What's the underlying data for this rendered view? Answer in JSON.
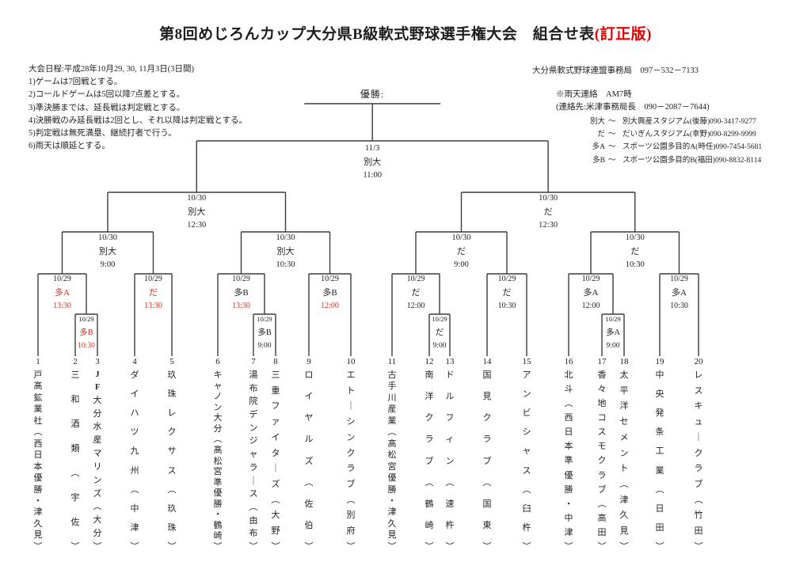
{
  "title": {
    "main": "第8回めじろんカップ大分県B級軟式野球選手権大会　組合せ表",
    "suffix": "(訂正版)"
  },
  "colors": {
    "accent_red": "#e60000",
    "mark_red": "#cf2e1f",
    "line": "#3b3b3b",
    "text": "#1e1e1e"
  },
  "rules": {
    "heading": "大会日程:平成28年10月29, 30, 11月3日(3日間)",
    "items": [
      "1)ゲームは7回戦とする。",
      "2)コールドゲームは5回以降7点差とする。",
      "3)準決勝までは、延長戦は判定戦とする。",
      "4)決勝戦のみ延長戦は2回とし、それ以降は判定戦とする。",
      "5)判定戦は無死満塁、継続打者で行う。",
      "6)雨天は順延とする。"
    ]
  },
  "contacts": {
    "office": "大分県軟式野球連盟事務局　097－532－7133",
    "rain_note": "※雨天連絡　AM7時",
    "contact_line": "(連絡先:米津事務局長　090－2087－7644)",
    "tilde": "～",
    "venues": [
      {
        "abbr": "別大",
        "desc": "別大興産スタジアム(後藤)090-3417-9277"
      },
      {
        "abbr": "だ",
        "desc": "だいぎんスタジアム(幸野)090-8299-9999"
      },
      {
        "abbr": "多A",
        "desc": "スポーツ公園多目的A(時任)090-7454-5681"
      },
      {
        "abbr": "多B",
        "desc": "スポーツ公園多目的B(福田)090-8832-8114"
      }
    ]
  },
  "bracket": {
    "champion_label": "優勝:",
    "final": {
      "date": "11/3",
      "venue": "別大",
      "time": "11:00"
    },
    "semifinals": [
      {
        "date": "10/30",
        "venue": "別大",
        "time": "12:30"
      },
      {
        "date": "10/30",
        "venue": "だ",
        "time": "12:30"
      }
    ],
    "quarterfinals": [
      {
        "date": "10/30",
        "venue": "別大",
        "time": "9:00"
      },
      {
        "date": "10/30",
        "venue": "別大",
        "time": "10:30"
      },
      {
        "date": "10/30",
        "venue": "だ",
        "time": "9:00"
      },
      {
        "date": "10/30",
        "venue": "だ",
        "time": "10:30"
      }
    ],
    "round1": [
      {
        "date": "10/29",
        "venue": "多A",
        "time": "13:30",
        "venue_red": true,
        "time_red": true
      },
      {
        "date": "10/29",
        "venue": "だ",
        "time": "13:30",
        "venue_red": true,
        "time_red": true
      },
      {
        "date": "10/29",
        "venue": "多B",
        "time": "13:30",
        "time_red": true
      },
      {
        "date": "10/29",
        "venue": "多B",
        "time": "12:00",
        "time_red": true
      },
      {
        "date": "10/29",
        "venue": "だ",
        "time": "12:00"
      },
      {
        "date": "10/29",
        "venue": "だ",
        "time": "10:30"
      },
      {
        "date": "10/29",
        "venue": "多A",
        "time": "12:00"
      },
      {
        "date": "10/29",
        "venue": "多A",
        "time": "10:30"
      }
    ],
    "preliminaries": [
      {
        "date": "10/29",
        "venue": "多B",
        "time": "10:30",
        "venue_red": true,
        "time_red": true
      },
      {
        "date": "10/29",
        "venue": "多B",
        "time": "9:00"
      },
      {
        "date": "10/29",
        "venue": "だ",
        "time": "9:00"
      },
      {
        "date": "10/29",
        "venue": "多A",
        "time": "9:00"
      }
    ]
  },
  "teams": [
    {
      "no": "1",
      "name": "戸髙鉱業社（西日本優勝・津久見）"
    },
    {
      "no": "2",
      "name": "三和酒類（宇佐）"
    },
    {
      "no": "3",
      "name": "JF大分水産マリンズ（大分）"
    },
    {
      "no": "4",
      "name": "ダイハツ九州（中津）"
    },
    {
      "no": "5",
      "name": "玖珠レクサス（玖珠）"
    },
    {
      "no": "6",
      "name": "キャノン大分（髙松宮準優勝・鶴崎）"
    },
    {
      "no": "7",
      "name": "湯布院デンジャラース（由布）"
    },
    {
      "no": "8",
      "name": "三重ファイターズ（大野）"
    },
    {
      "no": "9",
      "name": "ロイヤルズ（佐伯）"
    },
    {
      "no": "10",
      "name": "エトーシンクラブ（別府）"
    },
    {
      "no": "11",
      "name": "古手川産業（高松宮優勝・津久見）"
    },
    {
      "no": "12",
      "name": "南洋クラブ（鶴崎）"
    },
    {
      "no": "13",
      "name": "ドルフィン（速杵）"
    },
    {
      "no": "14",
      "name": "国見クラブ（国東）"
    },
    {
      "no": "15",
      "name": "アンビシャス（臼杵）"
    },
    {
      "no": "16",
      "name": "北斗（西日本準優勝・中津）"
    },
    {
      "no": "17",
      "name": "香々地コスモクラブ（高田）"
    },
    {
      "no": "18",
      "name": "太平洋セメント（津久見）"
    },
    {
      "no": "19",
      "name": "中央発条工業（日田）"
    },
    {
      "no": "20",
      "name": "レスキュークラブ（竹田）"
    }
  ]
}
